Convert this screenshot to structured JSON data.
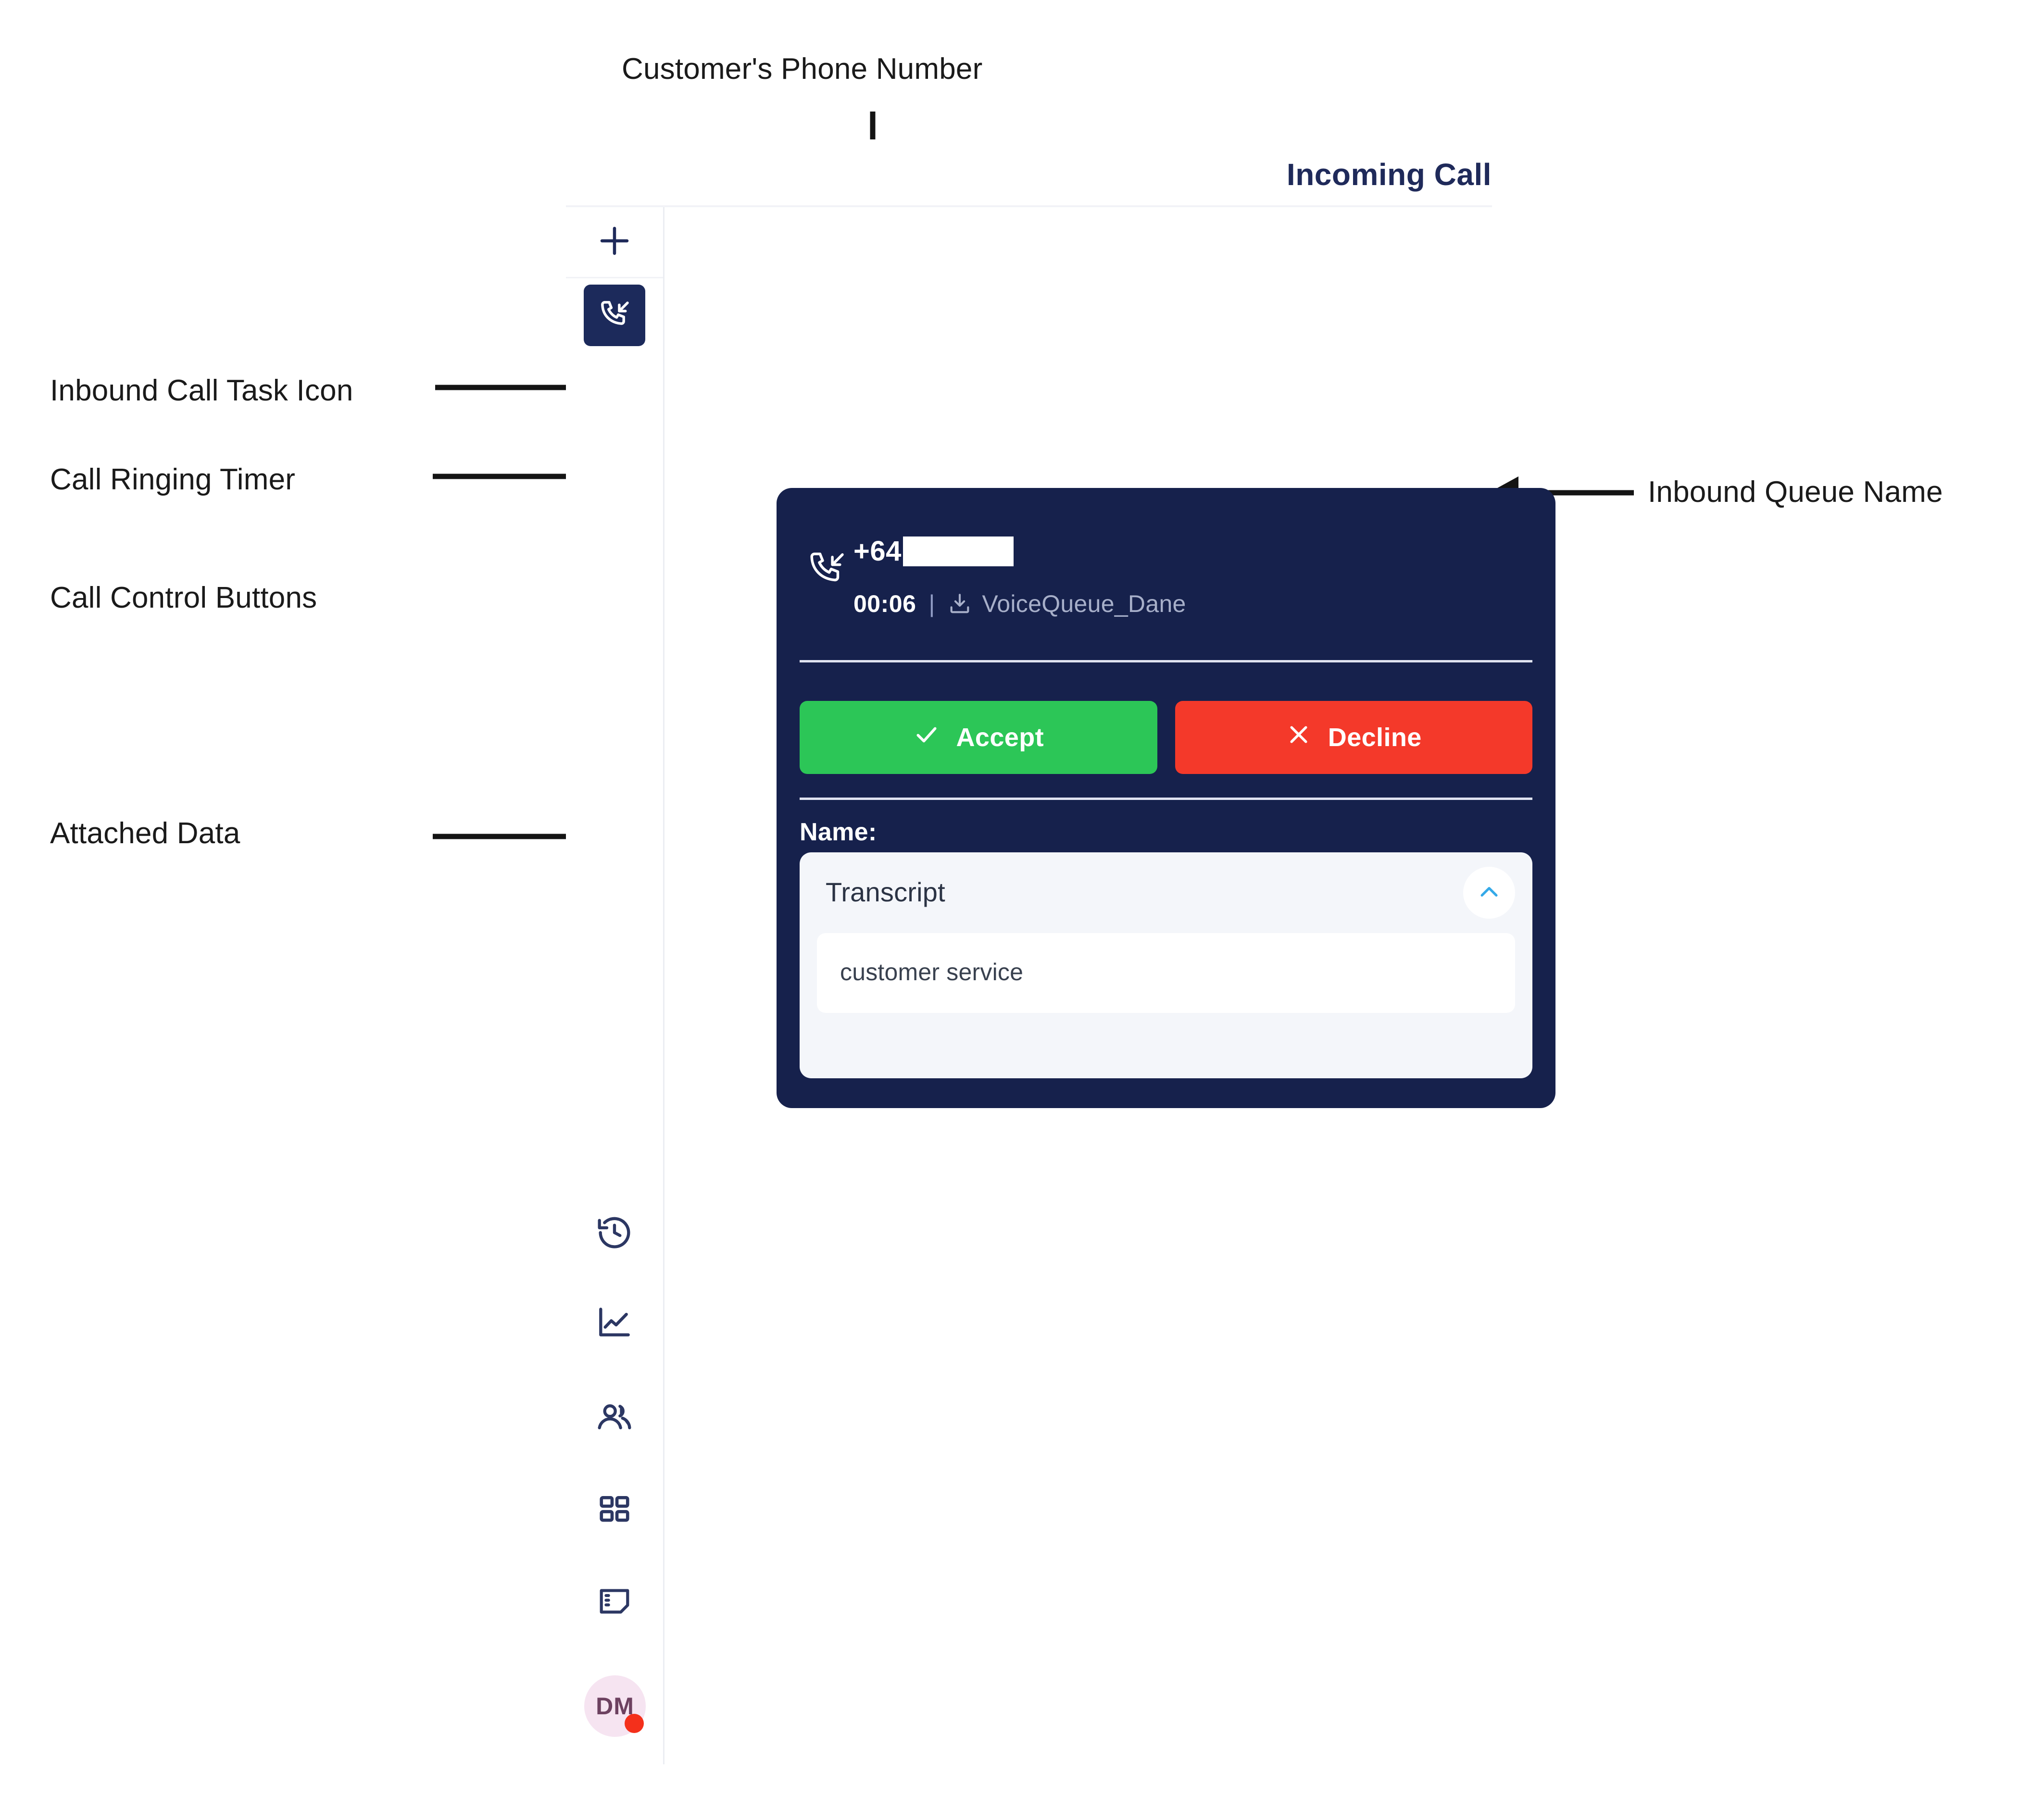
{
  "annotations": [
    {
      "id": "customer-phone-number",
      "label": "Customer's Phone Number"
    },
    {
      "id": "inbound-call-task-icon",
      "label": "Inbound Call Task Icon"
    },
    {
      "id": "call-ringing-timer",
      "label": "Call Ringing Timer"
    },
    {
      "id": "call-control-buttons",
      "label": "Call Control Buttons"
    },
    {
      "id": "attached-data",
      "label": "Attached Data"
    },
    {
      "id": "inbound-queue-name",
      "label": "Inbound Queue Name"
    }
  ],
  "app": {
    "header": {
      "title": "Incoming Call"
    },
    "rail": {
      "add_icon": "plus-icon",
      "items": [
        {
          "icon": "inbound-call-icon",
          "name": "inbound-call-task"
        },
        {
          "icon": "history-icon",
          "name": "history"
        },
        {
          "icon": "line-chart-icon",
          "name": "analytics"
        },
        {
          "icon": "contacts-icon",
          "name": "contacts"
        },
        {
          "icon": "grid-apps-icon",
          "name": "apps"
        },
        {
          "icon": "notes-icon",
          "name": "notes"
        }
      ],
      "avatar": {
        "initials": "DM",
        "status": "busy",
        "status_color": "#f4301b"
      }
    },
    "call_card": {
      "direction_icon": "inbound-call-icon",
      "phone_number": "+64",
      "phone_number_redacted": true,
      "timer": "00:06",
      "separator": "|",
      "queue_icon": "download-inbox-icon",
      "queue_name": "VoiceQueue_Dane",
      "actions": [
        {
          "name": "accept",
          "label": "Accept",
          "icon": "check-icon",
          "color": "#2cc657"
        },
        {
          "name": "decline",
          "label": "Decline",
          "icon": "close-icon",
          "color": "#f4392a"
        }
      ],
      "attached_data_label": "Name:",
      "transcript": {
        "heading": "Transcript",
        "toggle_icon": "chevron-up-icon",
        "toggle_color": "#34a9e8",
        "value": "customer service"
      }
    }
  },
  "colors": {
    "card_bg": "#16214c",
    "title": "#1f2a5a",
    "rail_icon": "#1f2a5a",
    "accept": "#2cc657",
    "decline": "#f4392a",
    "avatar_bg": "#f6e4f1"
  }
}
